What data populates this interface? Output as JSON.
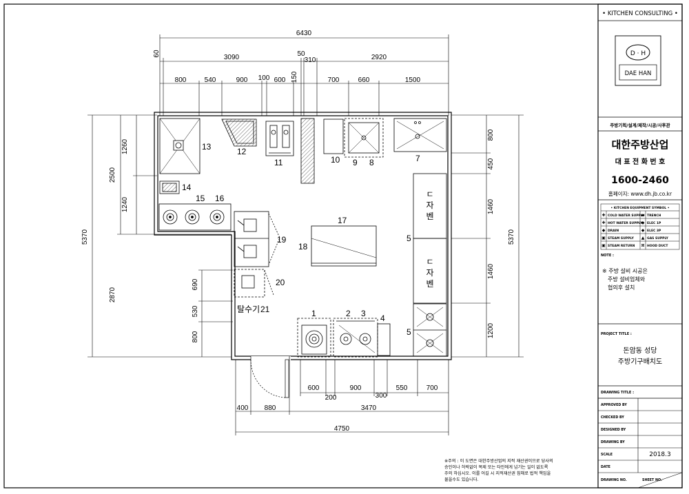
{
  "dims": {
    "d6430": "6430",
    "d60": "60",
    "d3090": "3090",
    "d50": "50",
    "d310": "310",
    "d2920": "2920",
    "d800": "800",
    "d540": "540",
    "d900": "900",
    "d100": "100",
    "d600": "600",
    "d150": "150",
    "d700": "700",
    "d660": "660",
    "d1500": "1500",
    "l1260": "1260",
    "l2500": "2500",
    "l1240": "1240",
    "l5370": "5370",
    "l2870": "2870",
    "l690": "690",
    "l530": "530",
    "l800": "800",
    "r800": "800",
    "r450": "450",
    "r1460a": "1460",
    "r1460b": "1460",
    "r1200": "1200",
    "r5370": "5370",
    "b600": "600",
    "b200": "200",
    "b900": "900",
    "b300": "300",
    "b550": "550",
    "b700": "700",
    "b400": "400",
    "b880": "880",
    "b3470": "3470",
    "b4750": "4750"
  },
  "equipment": {
    "n1": "1",
    "n2": "2",
    "n3": "3",
    "n4": "4",
    "n5a": "5",
    "n5b": "5",
    "n7": "7",
    "n8": "8",
    "n9": "9",
    "n10": "10",
    "n11": "11",
    "n12": "12",
    "n13": "13",
    "n14": "14",
    "n15": "15",
    "n16": "16",
    "n17": "17",
    "n18": "18",
    "n19": "19",
    "n20": "20",
    "n21": "21",
    "dehydrator": "탈수기",
    "shelf_a": [
      "ㄷ",
      "자",
      "벤"
    ],
    "shelf_b": [
      "ㄷ",
      "자",
      "벤"
    ]
  },
  "title_block": {
    "consulting": "• KITCHEN CONSULTING •",
    "logo": "D · H",
    "logo_sub": "DAE HAN",
    "services": "주방기획/설계/제작/시공/사후관",
    "company": "대한주방산업",
    "phone_label": "대 표 전 화 번 호",
    "phone": "1600-2460",
    "homepage": "홈페이지: www.dh.jb.co.kr",
    "symbol_header": "• KITCHEN EQUIPMENT SYMBOL •",
    "symbols": [
      [
        "COLD WATER SUPPLY",
        "TRENCH"
      ],
      [
        "HOT WATER SUPPLY",
        "ELEC 1P"
      ],
      [
        "DRAIN",
        "ELEC 3P"
      ],
      [
        "STEAM SUPPLY",
        "GAS SUPPLY"
      ],
      [
        "STEAM RETURN",
        "HOOD DUCT"
      ]
    ],
    "note_label": "NOTE :",
    "note_lines": [
      "※ 주방 설비 시공은",
      "주방 설비업체와",
      "협의후 설치"
    ],
    "project_label": "PROJECT TITLE :",
    "project_lines": [
      "돈암동 성당",
      "주방기구배치도"
    ],
    "drawing_title_label": "DRAWING TITLE :",
    "rows": [
      "APPROVED BY",
      "CHECKED BY",
      "DESIGNED BY",
      "DRAWING BY",
      "SCALE",
      "DATE",
      "DRAWING NO."
    ],
    "date_value": "2018.3",
    "sheet_label": "SHEET NO."
  },
  "warning": [
    "※주의 : 이 도면은 대한주방산업의 지적 재산권이므로 당사의",
    "승인이나 허락없이 복제 또는 타인에게 넘기는 일이 없도록",
    "주의 하십시오. 이를 어길 시 지적재산권 침해로 법적 책임을",
    "물을수도 있습니다."
  ]
}
